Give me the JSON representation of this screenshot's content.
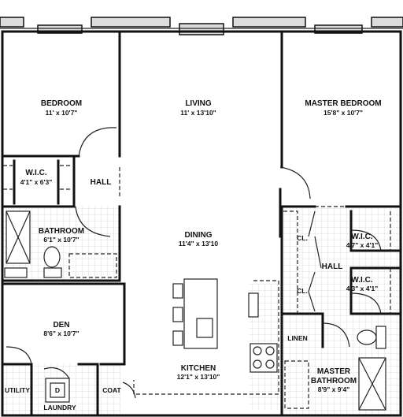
{
  "rooms": {
    "bedroom": {
      "name": "BEDROOM",
      "dims": "11' x 10'7\""
    },
    "living": {
      "name": "LIVING",
      "dims": "11' x 13'10\""
    },
    "master_bedroom": {
      "name": "MASTER BEDROOM",
      "dims": "15'8\" x 10'7\""
    },
    "wic_left": {
      "name": "W.I.C.",
      "dims": "4'1\" x 6'3\""
    },
    "hall_left": {
      "name": "HALL"
    },
    "bathroom": {
      "name": "BATHROOM",
      "dims": "6'1\" x 10'7\""
    },
    "dining": {
      "name": "DINING",
      "dims": "11'4\" x 13'10"
    },
    "wic_upper": {
      "name": "W.I.C.",
      "dims": "4'7\" x 4'1\""
    },
    "hall_right": {
      "name": "HALL"
    },
    "wic_lower": {
      "name": "W.I.C.",
      "dims": "4'3\" x 4'1\""
    },
    "closet_upper": {
      "name": "CL."
    },
    "closet_lower": {
      "name": "CL."
    },
    "den": {
      "name": "DEN",
      "dims": "8'6\" x 10'7\""
    },
    "linen": {
      "name": "LINEN"
    },
    "kitchen": {
      "name": "KITCHEN",
      "dims": "12'1\" x 13'10\""
    },
    "master_bathroom": {
      "name": "MASTER",
      "name2": "BATHROOM",
      "dims": "8'9\" x 9'4\""
    },
    "utility": {
      "name": "UTILITY"
    },
    "laundry": {
      "name": "LAUNDRY",
      "dryer_mark": "D"
    },
    "coat": {
      "name": "COAT"
    }
  }
}
